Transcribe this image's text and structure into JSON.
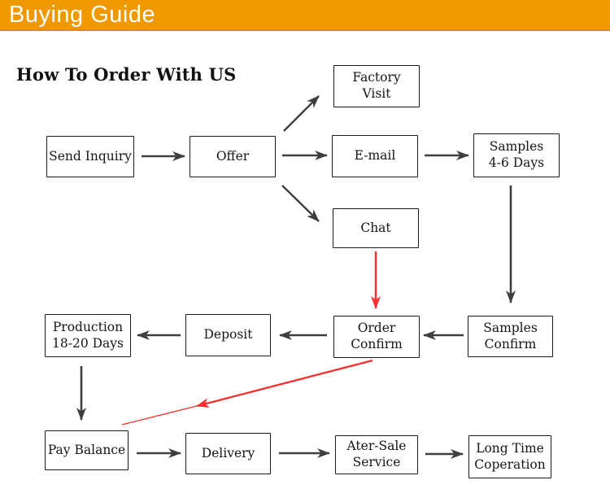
{
  "header": {
    "title": "Buying Guide"
  },
  "section": {
    "heading": "How To Order With US"
  },
  "colors": {
    "header_bg": "#F09800",
    "header_border": "#DE8C00",
    "header_text": "#FFFFFF",
    "arrow": "#3F3F3F",
    "highlight_arrow": "#FA2E2E",
    "box_border": "#1A1A1A",
    "box_text": "#161616"
  },
  "flow": {
    "nodes": [
      {
        "id": "send-inquiry",
        "label": "Send Inquiry"
      },
      {
        "id": "offer",
        "label": "Offer"
      },
      {
        "id": "factory-visit",
        "label": "Factory\nVisit"
      },
      {
        "id": "e-mail",
        "label": "E-mail"
      },
      {
        "id": "samples-4-6-days",
        "label": "Samples\n4-6 Days"
      },
      {
        "id": "chat",
        "label": "Chat"
      },
      {
        "id": "samples-confirm",
        "label": "Samples\nConfirm"
      },
      {
        "id": "order-confirm",
        "label": "Order\nConfirm"
      },
      {
        "id": "deposit",
        "label": "Deposit"
      },
      {
        "id": "production-18-20-days",
        "label": "Production\n18-20 Days"
      },
      {
        "id": "pay-balance",
        "label": "Pay Balance"
      },
      {
        "id": "delivery",
        "label": "Delivery"
      },
      {
        "id": "after-sale-service",
        "label": "Ater-Sale\nService"
      },
      {
        "id": "long-time-cooperation",
        "label": "Long Time\nCoperation"
      }
    ],
    "edges": [
      {
        "from": "send-inquiry",
        "to": "offer",
        "color": "dark"
      },
      {
        "from": "offer",
        "to": "factory-visit",
        "color": "dark"
      },
      {
        "from": "offer",
        "to": "e-mail",
        "color": "dark"
      },
      {
        "from": "offer",
        "to": "chat",
        "color": "dark"
      },
      {
        "from": "e-mail",
        "to": "samples-4-6-days",
        "color": "dark"
      },
      {
        "from": "samples-4-6-days",
        "to": "samples-confirm",
        "color": "dark"
      },
      {
        "from": "samples-confirm",
        "to": "order-confirm",
        "color": "dark"
      },
      {
        "from": "chat",
        "to": "order-confirm",
        "color": "red"
      },
      {
        "from": "order-confirm",
        "to": "deposit",
        "color": "dark"
      },
      {
        "from": "deposit",
        "to": "production-18-20-days",
        "color": "dark"
      },
      {
        "from": "production-18-20-days",
        "to": "pay-balance",
        "color": "dark"
      },
      {
        "from": "order-confirm",
        "to": "pay-balance",
        "color": "red"
      },
      {
        "from": "pay-balance",
        "to": "delivery",
        "color": "dark"
      },
      {
        "from": "delivery",
        "to": "after-sale-service",
        "color": "dark"
      },
      {
        "from": "after-sale-service",
        "to": "long-time-cooperation",
        "color": "dark"
      }
    ]
  }
}
